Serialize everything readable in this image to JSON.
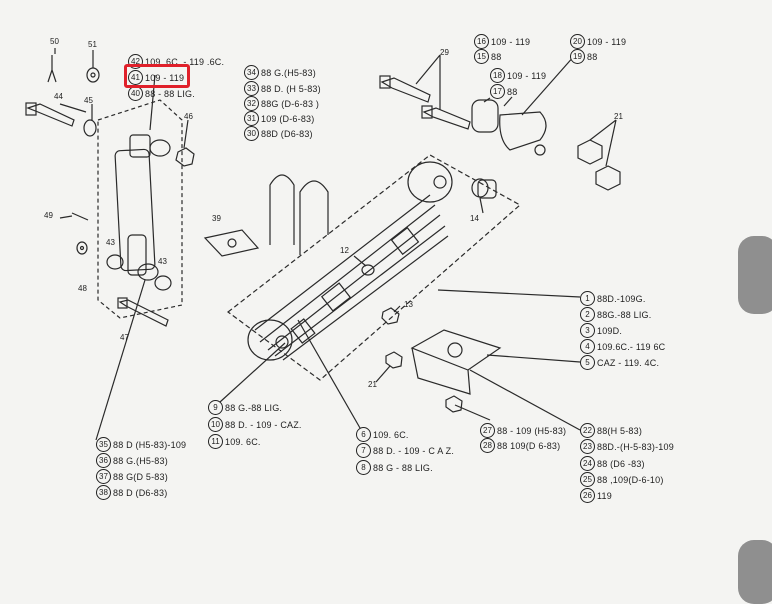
{
  "labels": {
    "n50": "50",
    "n51": "51",
    "n45": "45",
    "n44": "44",
    "n46": "46",
    "n49": "49",
    "n43a": "43",
    "n43b": "43",
    "n48": "48",
    "n47": "47",
    "n39": "39",
    "n29": "29",
    "n12": "12",
    "n13": "13",
    "n14": "14",
    "n21a": "21",
    "n21b": "21"
  },
  "legend_top_left": [
    {
      "ref": "42",
      "text": "109. 6C. - 119 .6C."
    },
    {
      "ref": "41",
      "text": "109 - 119"
    },
    {
      "ref": "40",
      "text": "88 - 88  LIG."
    }
  ],
  "legend_top_mid": [
    {
      "ref": "34",
      "text": "88 G.(H5-83)"
    },
    {
      "ref": "33",
      "text": "88 D. (H 5-83)"
    },
    {
      "ref": "32",
      "text": "88G (D-6-83 )"
    },
    {
      "ref": "31",
      "text": "109    (D-6-83)"
    },
    {
      "ref": "30",
      "text": "88D (D6-83)"
    }
  ],
  "legend_top_right": [
    {
      "ref": "16",
      "text": "109 - 119"
    },
    {
      "ref": "15",
      "text": "88"
    },
    {
      "ref": "18",
      "text": "109 - 119"
    },
    {
      "ref": "17",
      "text": "88"
    },
    {
      "ref": "20",
      "text": "109 - 119"
    },
    {
      "ref": "19",
      "text": "88"
    }
  ],
  "legend_right": [
    {
      "ref": "1",
      "text": "88D.-109G."
    },
    {
      "ref": "2",
      "text": "88G.-88 LIG."
    },
    {
      "ref": "3",
      "text": "109D."
    },
    {
      "ref": "4",
      "text": "109.6C.- 119 6C"
    },
    {
      "ref": "5",
      "text": "CAZ - 119. 4C."
    }
  ],
  "legend_bottom_left_mid": [
    {
      "ref": "9",
      "text": "88 G.-88  LIG."
    },
    {
      "ref": "10",
      "text": "88 D. - 109 - CAZ."
    },
    {
      "ref": "11",
      "text": "109. 6C."
    }
  ],
  "legend_bottom_center": [
    {
      "ref": "6",
      "text": "109. 6C."
    },
    {
      "ref": "7",
      "text": "88 D. - 109 - C A Z."
    },
    {
      "ref": "8",
      "text": "88 G - 88 LIG."
    }
  ],
  "legend_bottom_27": [
    {
      "ref": "27",
      "text": "88 - 109 (H5-83)"
    },
    {
      "ref": "28",
      "text": "88 109(D 6-83)"
    }
  ],
  "legend_bottom_right": [
    {
      "ref": "22",
      "text": "88(H 5-83)"
    },
    {
      "ref": "23",
      "text": "88D.-(H-5-83)-109"
    },
    {
      "ref": "24",
      "text": "88 (D6 -83)"
    },
    {
      "ref": "25",
      "text": "88 ,109(D-6-10)"
    },
    {
      "ref": "26",
      "text": "119"
    }
  ],
  "legend_bottom_left": [
    {
      "ref": "35",
      "text": "88 D (H5-83)-109"
    },
    {
      "ref": "36",
      "text": "88 G.(H5-83)"
    },
    {
      "ref": "37",
      "text": "88 G(D 5-83)"
    },
    {
      "ref": "38",
      "text": "88 D (D6-83)"
    }
  ],
  "colors": {
    "ink": "#1e1e1e",
    "paper": "#f4f4f2",
    "highlight": "#e0202a"
  }
}
